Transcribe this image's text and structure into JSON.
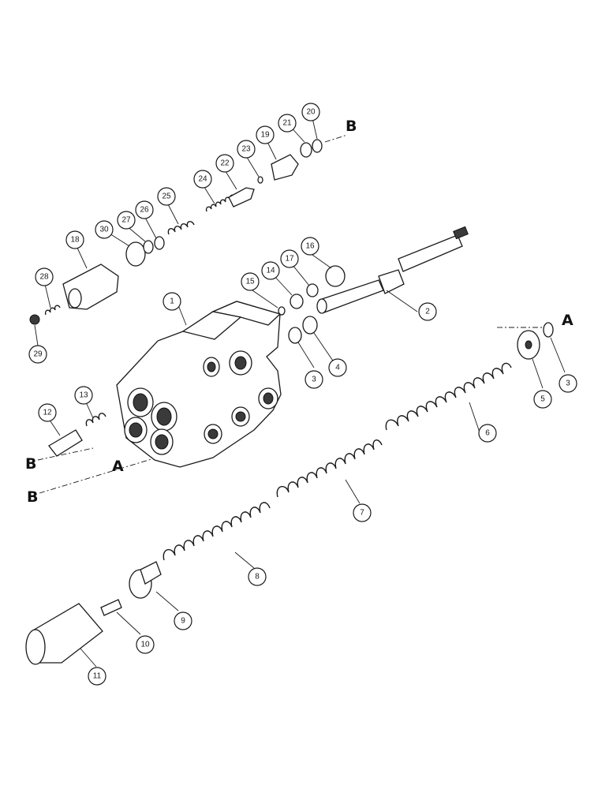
{
  "callouts": [
    {
      "id": "c1",
      "label": "1"
    },
    {
      "id": "c2",
      "label": "2"
    },
    {
      "id": "c3a",
      "label": "3"
    },
    {
      "id": "c3b",
      "label": "3"
    },
    {
      "id": "c4",
      "label": "4"
    },
    {
      "id": "c5",
      "label": "5"
    },
    {
      "id": "c6",
      "label": "6"
    },
    {
      "id": "c7",
      "label": "7"
    },
    {
      "id": "c8",
      "label": "8"
    },
    {
      "id": "c9",
      "label": "9"
    },
    {
      "id": "c10",
      "label": "10"
    },
    {
      "id": "c11",
      "label": "11"
    },
    {
      "id": "c12",
      "label": "12"
    },
    {
      "id": "c13",
      "label": "13"
    },
    {
      "id": "c14",
      "label": "14"
    },
    {
      "id": "c15",
      "label": "15"
    },
    {
      "id": "c16",
      "label": "16"
    },
    {
      "id": "c17",
      "label": "17"
    },
    {
      "id": "c18",
      "label": "18"
    },
    {
      "id": "c19",
      "label": "19"
    },
    {
      "id": "c20",
      "label": "20"
    },
    {
      "id": "c21",
      "label": "21"
    },
    {
      "id": "c22",
      "label": "22"
    },
    {
      "id": "c23",
      "label": "23"
    },
    {
      "id": "c24",
      "label": "24"
    },
    {
      "id": "c25",
      "label": "25"
    },
    {
      "id": "c26",
      "label": "26"
    },
    {
      "id": "c27",
      "label": "27"
    },
    {
      "id": "c28",
      "label": "28"
    },
    {
      "id": "c29",
      "label": "29"
    },
    {
      "id": "c30",
      "label": "30"
    }
  ],
  "refs": {
    "b_top": "B",
    "a_right": "A",
    "b_left_upper": "B",
    "a_left": "A",
    "b_left_lower": "B"
  }
}
